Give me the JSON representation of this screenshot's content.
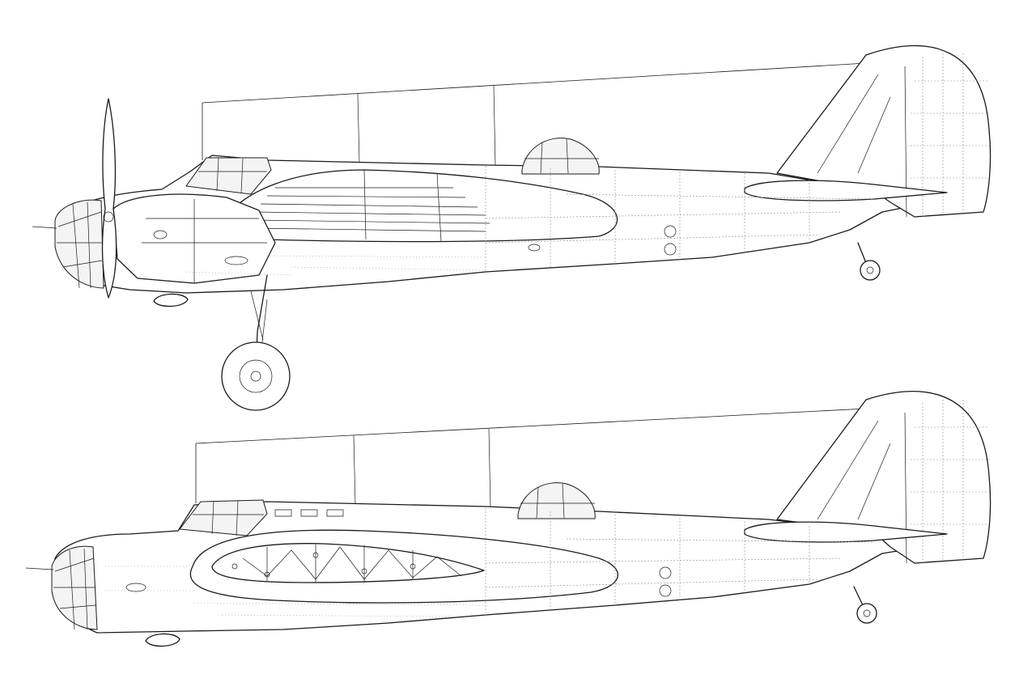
{
  "drawing": {
    "style": "line drawing",
    "views": [
      {
        "id": "side-view-with-engine"
      },
      {
        "id": "side-view-engine-removed-wing-structure"
      }
    ]
  },
  "colors": {
    "line": "#1a1a1a",
    "panel_line": "#8a8a8a",
    "background": "#ffffff"
  }
}
